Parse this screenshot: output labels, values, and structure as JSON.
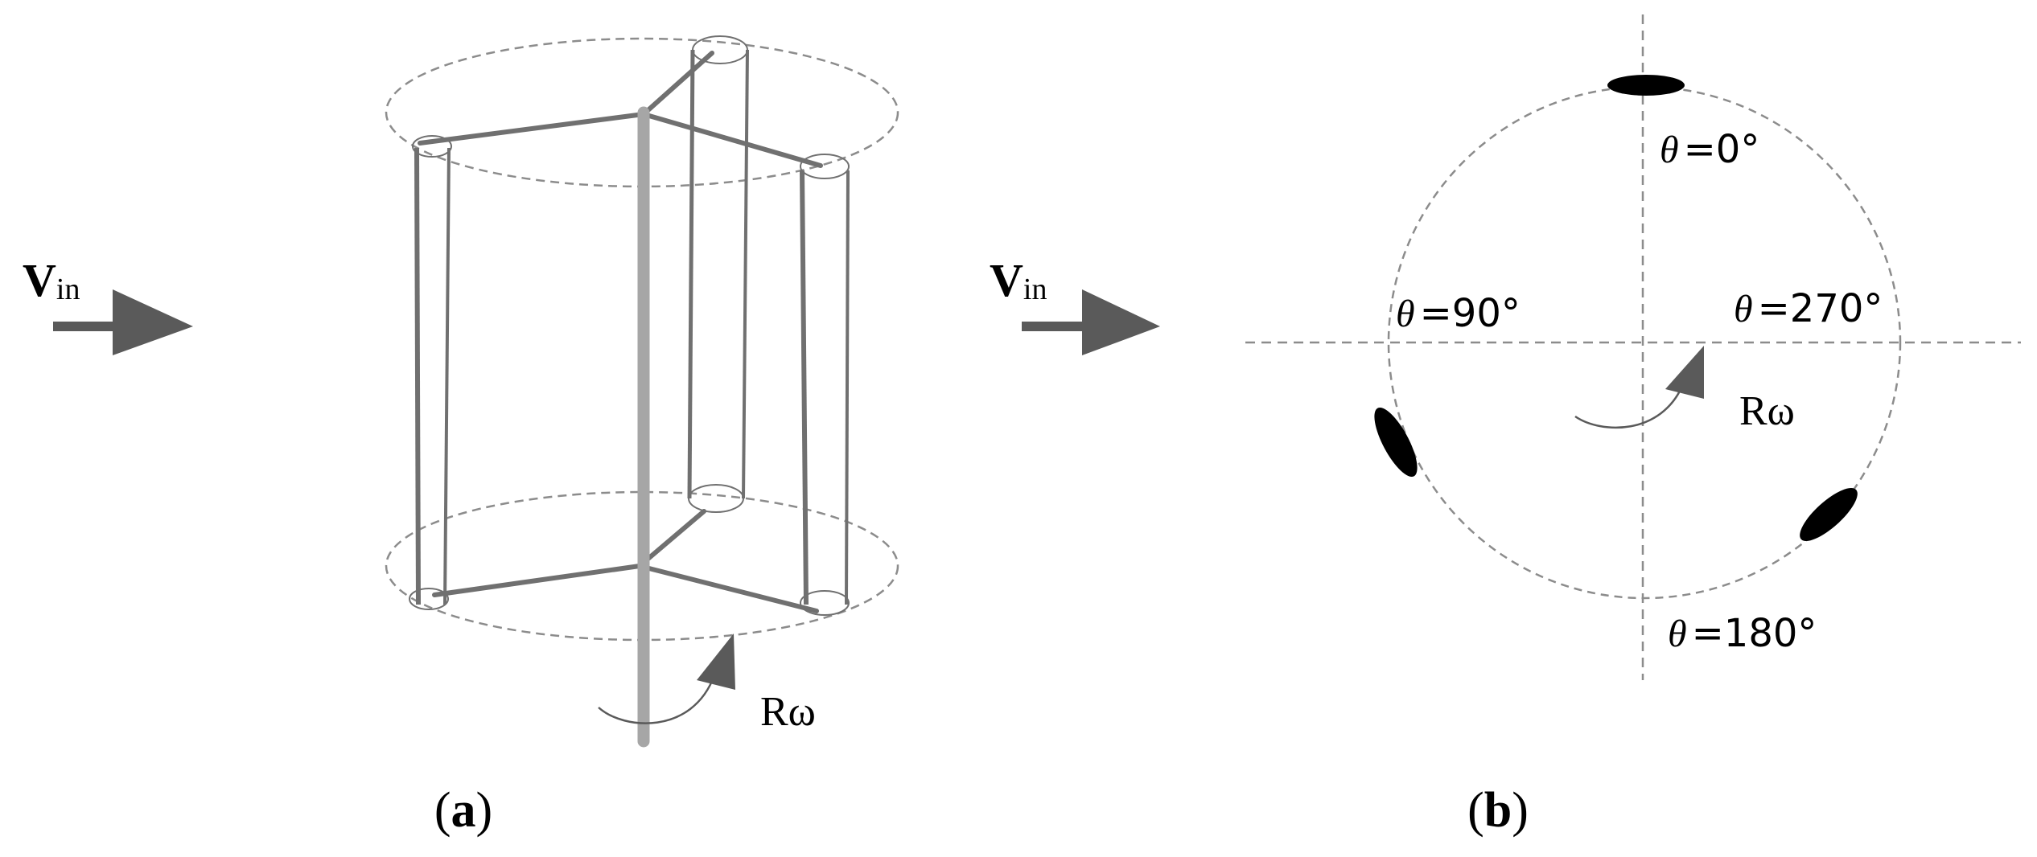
{
  "panel_a": {
    "label_open": "(",
    "label_letter": "a",
    "label_close": ")",
    "wind_label_main": "V",
    "wind_label_sub": "in",
    "rotation_label": "Rω"
  },
  "panel_b": {
    "label_open": "(",
    "label_letter": "b",
    "label_close": ")",
    "wind_label_main": "V",
    "wind_label_sub": "in",
    "rotation_label": "Rω",
    "theta_symbol": "θ",
    "angles": {
      "top": "=0°",
      "left": "=90°",
      "bottom": "=180°",
      "right": "=270°"
    }
  },
  "colors": {
    "structure": "#707070",
    "shaft": "#a6a6a6",
    "arrow": "#5a5a5a",
    "dashed": "#8c8c8c",
    "blade": "#000000"
  }
}
